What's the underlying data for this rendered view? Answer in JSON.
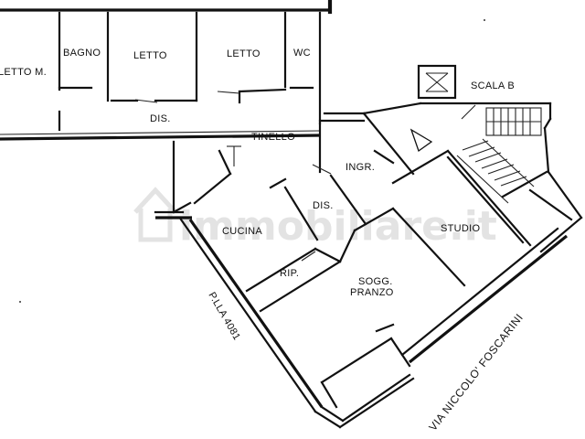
{
  "rooms": {
    "letto_m": "LETTO M.",
    "bagno": "BAGNO",
    "letto_1": "LETTO",
    "letto_2": "LETTO",
    "wc": "WC",
    "dis_1": "DIS.",
    "tinello": "TINELLO",
    "scala": "SCALA B",
    "ingr": "INGR.",
    "dis_2": "DIS.",
    "cucina": "CUCINA",
    "studio": "STUDIO",
    "rip": "RIP.",
    "sogg_1": "SOGG.",
    "sogg_2": "PRANZO"
  },
  "annotations": {
    "plot": "P.LLA 4081",
    "street": "VIA NICCOLO' FOSCARINI"
  },
  "watermark": "immobiliare.it"
}
